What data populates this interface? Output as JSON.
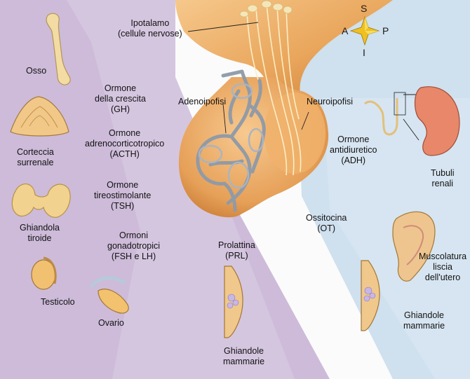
{
  "colors": {
    "purple_region": "#cdbbd9",
    "blue_region": "#cfe0ee",
    "gland": "#e8a45a",
    "vessels": "#8e9aa8",
    "compass": "#f0c020"
  },
  "compass": {
    "top": "S",
    "left": "A",
    "right": "P",
    "bottom": "I"
  },
  "labels": {
    "ipotalamo": [
      "Ipotalamo",
      "(cellule nervose)"
    ],
    "adenoipofisi": [
      "Adenoipofisi"
    ],
    "neuroipofisi": [
      "Neuroipofisi"
    ],
    "osso": [
      "Osso"
    ],
    "gh": [
      "Ormone",
      "della crescita",
      "(GH)"
    ],
    "corteccia": [
      "Corteccia",
      "surrenale"
    ],
    "acth": [
      "Ormone",
      "adrenocorticotropico",
      "(ACTH)"
    ],
    "tsh": [
      "Ormone",
      "tireostimolante",
      "(TSH)"
    ],
    "tiroide": [
      "Ghiandola",
      "tiroide"
    ],
    "gonadotropici": [
      "Ormoni",
      "gonadotropici",
      "(FSH e LH)"
    ],
    "testicolo": [
      "Testicolo"
    ],
    "ovario": [
      "Ovario"
    ],
    "prl": [
      "Prolattina",
      "(PRL)"
    ],
    "ghiandole_prl": [
      "Ghiandole",
      "mammarie"
    ],
    "adh": [
      "Ormone",
      "antidiuretico",
      "(ADH)"
    ],
    "tubuli": [
      "Tubuli",
      "renali"
    ],
    "ot": [
      "Ossitocina",
      "(OT)"
    ],
    "muscolatura": [
      "Muscolatura",
      "liscia",
      "dell'utero"
    ],
    "ghiandole_ot": [
      "Ghiandole",
      "mammarie"
    ]
  }
}
